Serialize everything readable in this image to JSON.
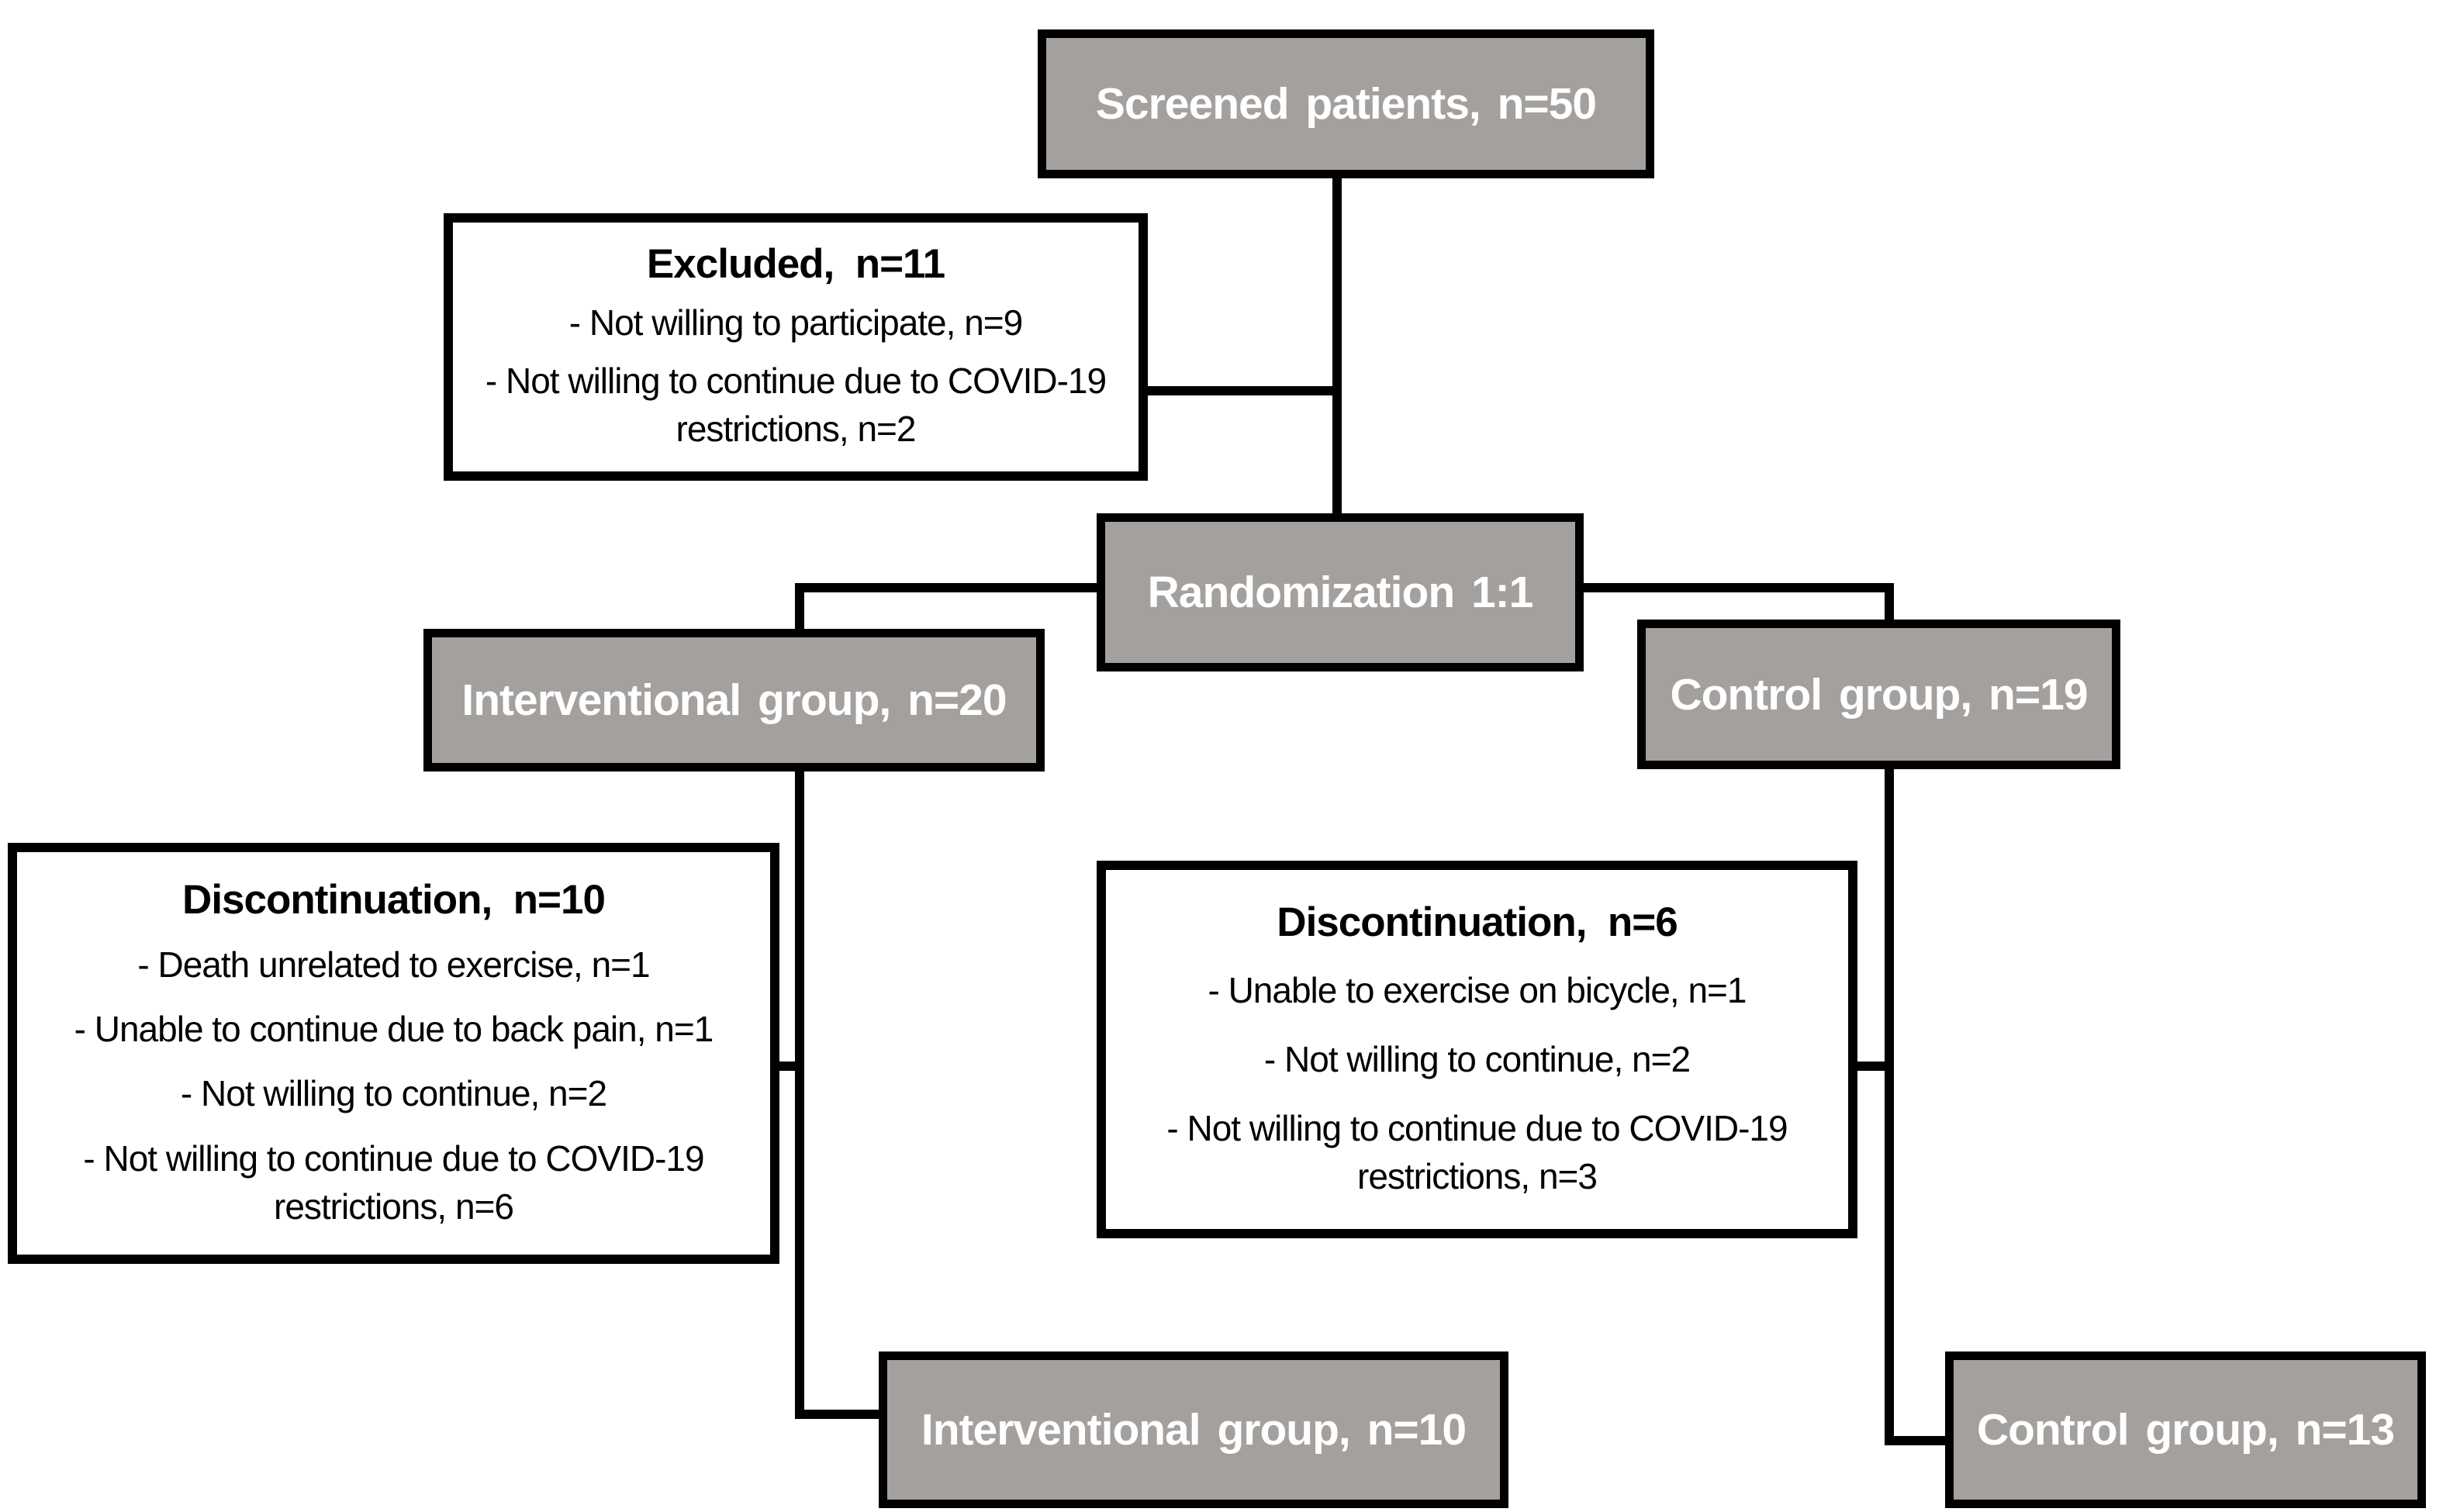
{
  "colors": {
    "background": "#ffffff",
    "box_fill": "#a3a09e",
    "box_border": "#000000",
    "text_on_gray": "#ffffff",
    "text_on_white": "#000000"
  },
  "nodes": {
    "screened": {
      "label": "Screened patients, n=50"
    },
    "excluded": {
      "title": "Excluded,  n=11",
      "items": [
        "- Not willing to participate, n=9",
        "- Not willing to continue due to COVID-19 restrictions, n=2"
      ]
    },
    "randomization": {
      "label": "Randomization 1:1"
    },
    "interventional": {
      "label": "Interventional group, n=20"
    },
    "control": {
      "label": "Control group, n=19"
    },
    "discontinuation_interventional": {
      "title": "Discontinuation,  n=10",
      "items": [
        "- Death unrelated to exercise, n=1",
        "- Unable to continue due to back pain, n=1",
        "- Not willing to continue, n=2",
        "- Not willing to continue due to COVID-19 restrictions, n=6"
      ]
    },
    "discontinuation_control": {
      "title": "Discontinuation,  n=6",
      "items": [
        "- Unable to exercise on bicycle, n=1",
        "- Not willing to continue, n=2",
        "- Not willing to continue due to COVID-19 restrictions, n=3"
      ]
    },
    "interventional_final": {
      "label": "Interventional group, n=10"
    },
    "control_final": {
      "label": "Control group, n=13"
    }
  }
}
